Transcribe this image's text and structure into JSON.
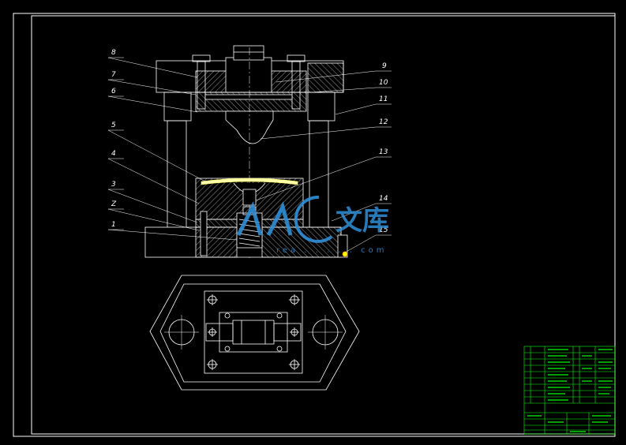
{
  "part_labels": {
    "l1": "1",
    "l2": "Z",
    "l3": "3",
    "l4": "4",
    "l5": "5",
    "l6": "6",
    "l7": "7",
    "l8": "8",
    "l9": "9",
    "l10": "10",
    "l11": "11",
    "l12": "12",
    "l13": "13",
    "l14": "14",
    "l15": "15"
  },
  "watermark": {
    "text_cn": "文库",
    "url_text": "rea . . . . . com"
  },
  "colors": {
    "background": "#000000",
    "line": "#ffffff",
    "frame": "#ffffff",
    "title_block": "#00ff00",
    "watermark": "#2f8fd8",
    "accent": "#ffff00"
  }
}
